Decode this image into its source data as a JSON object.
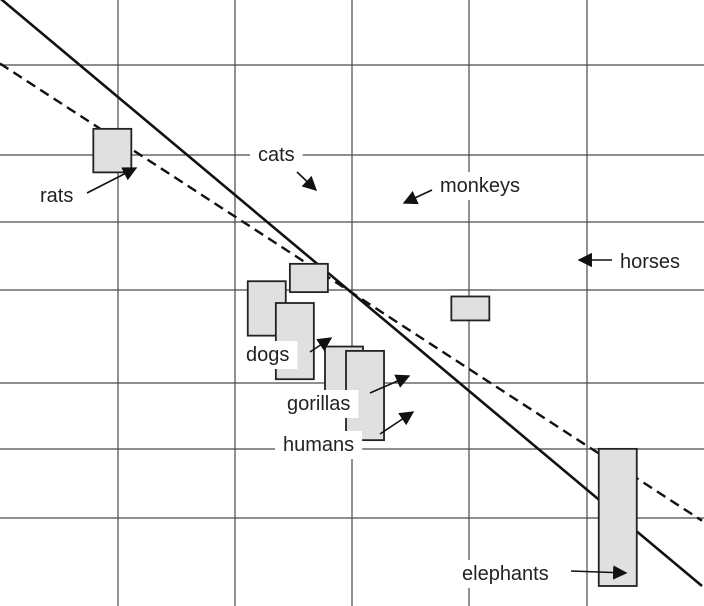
{
  "chart_data": {
    "type": "scatter",
    "title": "",
    "xlabel": "",
    "ylabel": "",
    "grid": true,
    "colors": {
      "grid": "#4a4a4a",
      "box_fill": "#e0e0e0",
      "box_stroke": "#222222",
      "line": "#111111",
      "text": "#222222",
      "background": "#ffffff"
    },
    "series": [
      {
        "label": "rats",
        "x": 0.16,
        "y_min": 1.1,
        "y_max": 1.3
      },
      {
        "label": "cats",
        "x": 0.38,
        "y_min": 0.35,
        "y_max": 0.6
      },
      {
        "label": "monkeys",
        "x": 0.44,
        "y_min": 0.55,
        "y_max": 0.68
      },
      {
        "label": "dogs",
        "x": 0.42,
        "y_min": 0.15,
        "y_max": 0.5
      },
      {
        "label": "gorillas",
        "x": 0.49,
        "y_min": 0.0,
        "y_max": 0.3
      },
      {
        "label": "humans",
        "x": 0.52,
        "y_min": -0.13,
        "y_max": 0.28
      },
      {
        "label": "horses",
        "x": 0.67,
        "y_min": 0.42,
        "y_max": 0.53
      },
      {
        "label": "elephants",
        "x": 0.88,
        "y_min": -0.8,
        "y_max": -0.17
      }
    ],
    "lines": [
      {
        "style": "solid",
        "points": [
          [
            0.0,
            1.9
          ],
          [
            1.0,
            -0.8
          ]
        ]
      },
      {
        "style": "dashed",
        "points": [
          [
            0.0,
            1.6
          ],
          [
            1.0,
            -0.5
          ]
        ]
      }
    ]
  }
}
